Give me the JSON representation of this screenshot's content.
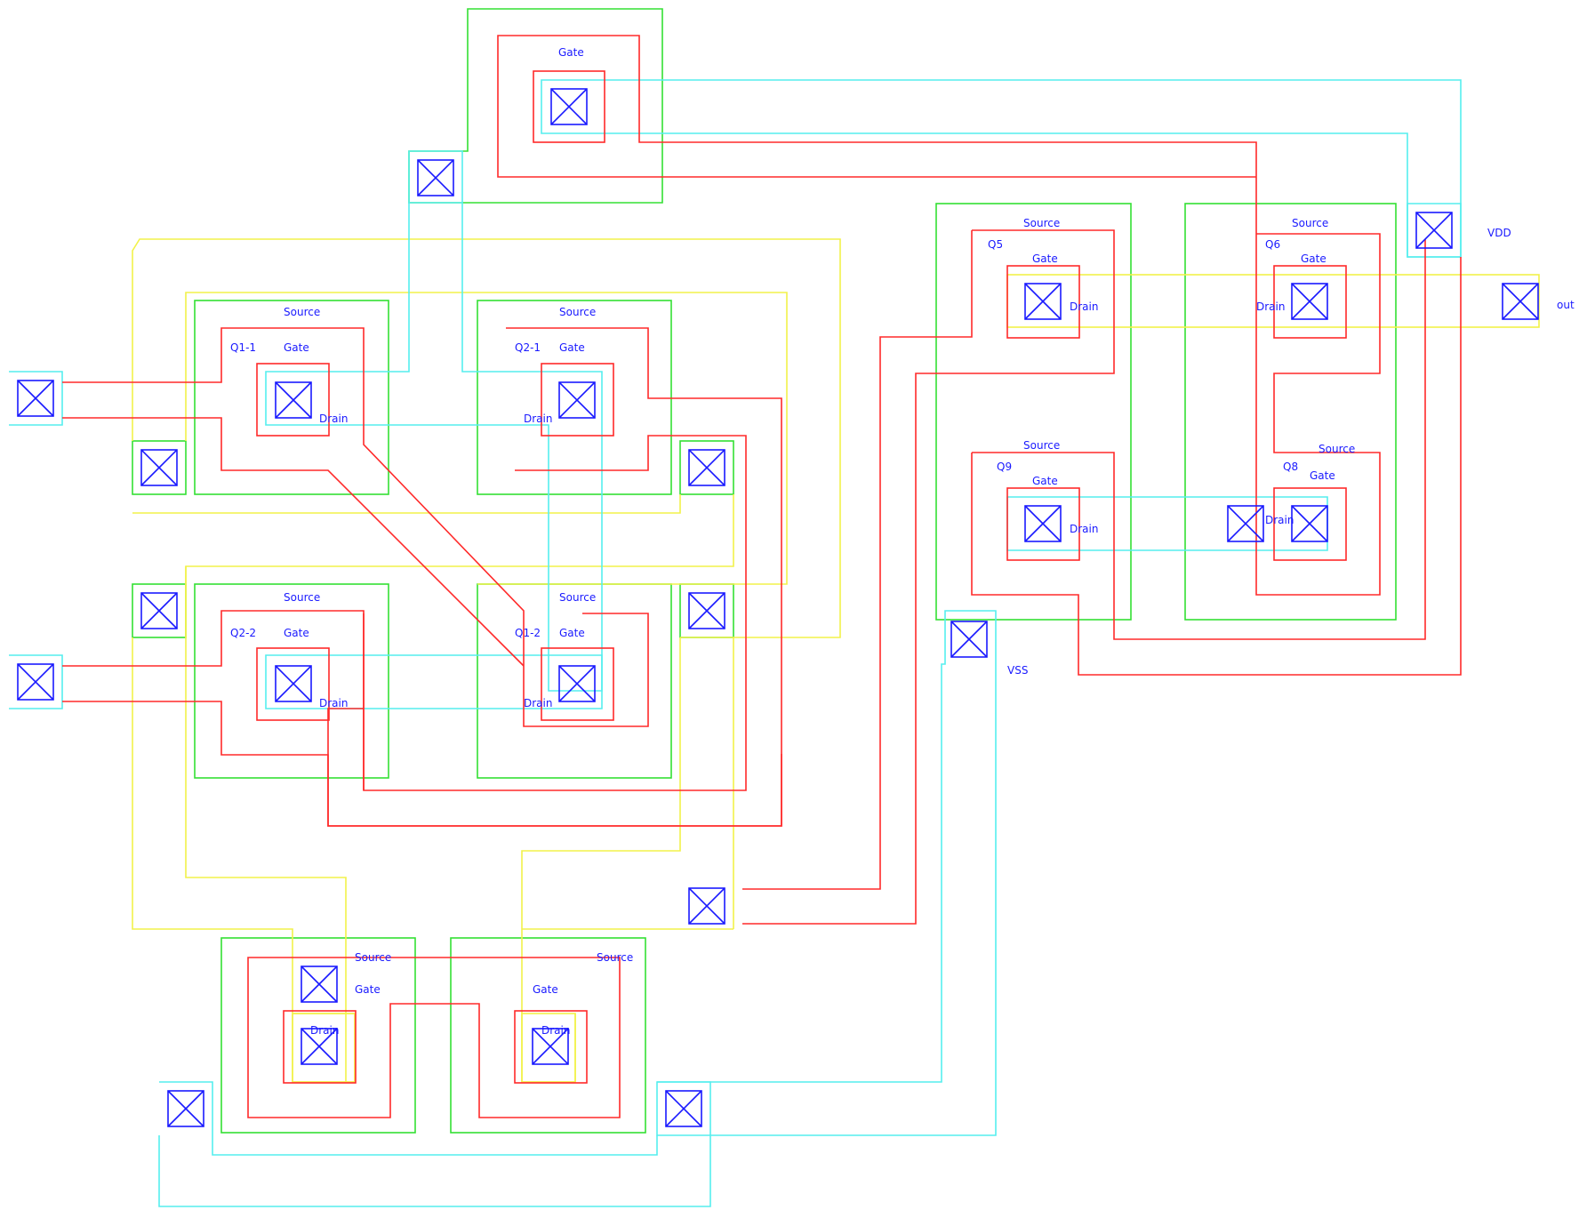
{
  "colors": {
    "active_region": "#33e033",
    "poly_gate": "#ff2a2a",
    "metal1": "#f2f24a",
    "metal2": "#55eeee",
    "contact_and_text": "#1a1aff",
    "background": "#ffffff"
  },
  "transistors": [
    {
      "id": "q1_1",
      "name": "Q1-1",
      "source": "Source",
      "gate": "Gate",
      "drain": "Drain"
    },
    {
      "id": "q2_1",
      "name": "Q2-1",
      "source": "Source",
      "gate": "Gate",
      "drain": "Drain"
    },
    {
      "id": "q2_2",
      "name": "Q2-2",
      "source": "Source",
      "gate": "Gate",
      "drain": "Drain"
    },
    {
      "id": "q1_2",
      "name": "Q1-2",
      "source": "Source",
      "gate": "Gate",
      "drain": "Drain"
    },
    {
      "id": "q5",
      "name": "Q5",
      "source": "Source",
      "gate": "Gate",
      "drain": "Drain"
    },
    {
      "id": "q6",
      "name": "Q6",
      "source": "Source",
      "gate": "Gate",
      "drain": "Drain"
    },
    {
      "id": "q9",
      "name": "Q9",
      "source": "Source",
      "gate": "Gate",
      "drain": "Drain"
    },
    {
      "id": "q8",
      "name": "Q8",
      "source": "Source",
      "gate": "Gate",
      "drain": "Drain"
    }
  ],
  "top_device": {
    "gate": "Gate"
  },
  "load_left": {
    "source": "Source",
    "gate": "Gate",
    "drain": "Drain"
  },
  "load_right": {
    "source": "Source",
    "gate": "Gate",
    "drain": "Drain"
  },
  "pins": {
    "vdd": "VDD",
    "vss": "VSS",
    "out": "out"
  }
}
